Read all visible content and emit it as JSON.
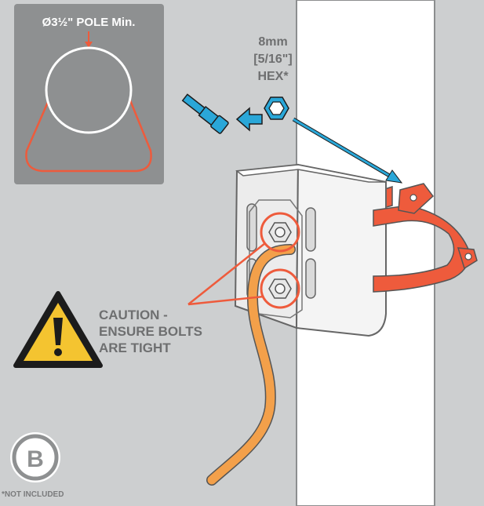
{
  "inset": {
    "pole_min_label": "Ø3½\" POLE Min."
  },
  "tool": {
    "size_mm": "8mm",
    "size_inch": "[5/16\"]",
    "type": "HEX*"
  },
  "caution": {
    "line1": "CAUTION -",
    "line2": "ENSURE BOLTS",
    "line3": "ARE TIGHT"
  },
  "step": {
    "letter": "B"
  },
  "footnote": "*NOT INCLUDED",
  "colors": {
    "background": "#cdcfd0",
    "panel": "#8e9091",
    "accent_red": "#ee5b3c",
    "blue": "#2aa7d8",
    "cable": "#f3a04a",
    "pole": "#ffffff",
    "warning_yellow": "#f4c430",
    "text": "#6e6f70"
  },
  "icons": [
    "warning-triangle-icon",
    "hex-nut-icon",
    "nut-driver-icon",
    "arrow-left-icon",
    "step-badge-icon"
  ]
}
